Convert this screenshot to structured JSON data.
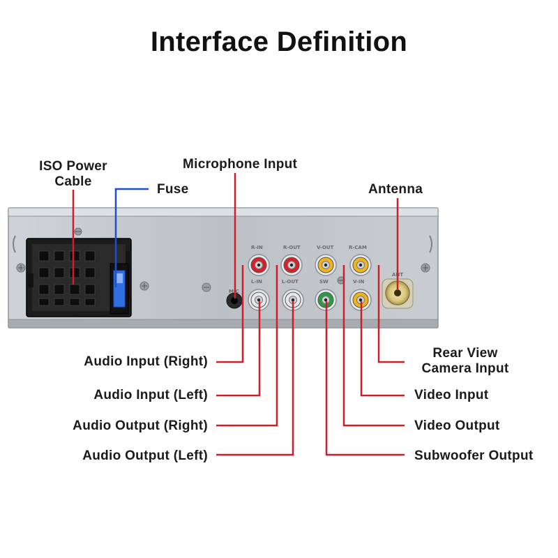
{
  "title": "Interface Definition",
  "labels": {
    "iso_power_cable_line1": "ISO Power",
    "iso_power_cable_line2": "Cable",
    "fuse": "Fuse",
    "microphone_input": "Microphone Input",
    "antenna": "Antenna",
    "audio_input_right": "Audio Input (Right)",
    "audio_input_left": "Audio Input (Left)",
    "audio_output_right": "Audio Output (Right)",
    "audio_output_left": "Audio Output (Left)",
    "rear_view_camera_line1": "Rear View",
    "rear_view_camera_line2": "Camera Input",
    "video_input": "Video Input",
    "video_output": "Video Output",
    "subwoofer_output": "Subwoofer Output"
  },
  "colors": {
    "leader_line": "#cc1f2a",
    "fuse_line": "#1d4fd0",
    "rca_red": "#d8202a",
    "rca_yellow": "#f0b419",
    "rca_white": "#e8e8e8",
    "rca_green": "#2d9a45",
    "panel": "#b8bec4"
  }
}
